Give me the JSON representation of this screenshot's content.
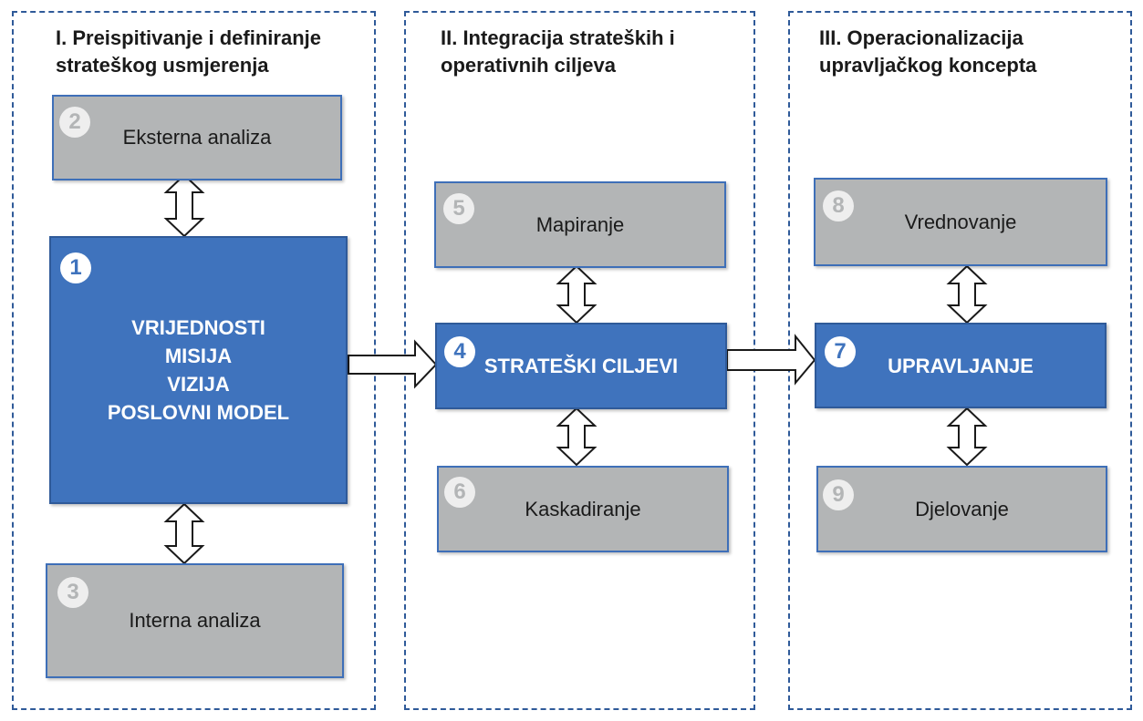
{
  "columns": [
    {
      "title": "I. Preispitivanje i definiranje\nstrateškog usmjerenja"
    },
    {
      "title": "II. Integracija strateških i\noperativnih ciljeva"
    },
    {
      "title": "III. Operacionalizacija\nupravljačkog koncepta"
    }
  ],
  "boxes": {
    "b1": {
      "number": "1",
      "label": "VRIJEDNOSTI\nMISIJA\nVIZIJA\nPOSLOVNI MODEL"
    },
    "b2": {
      "number": "2",
      "label": "Eksterna analiza"
    },
    "b3": {
      "number": "3",
      "label": "Interna analiza"
    },
    "b4": {
      "number": "4",
      "label": "STRATEŠKI CILJEVI"
    },
    "b5": {
      "number": "5",
      "label": "Mapiranje"
    },
    "b6": {
      "number": "6",
      "label": "Kaskadiranje"
    },
    "b7": {
      "number": "7",
      "label": "UPRAVLJANJE"
    },
    "b8": {
      "number": "8",
      "label": "Vrednovanje"
    },
    "b9": {
      "number": "9",
      "label": "Djelovanje"
    }
  },
  "colors": {
    "blue": "#3f73bd",
    "gray": "#b3b5b6",
    "border": "#2f5a99"
  }
}
